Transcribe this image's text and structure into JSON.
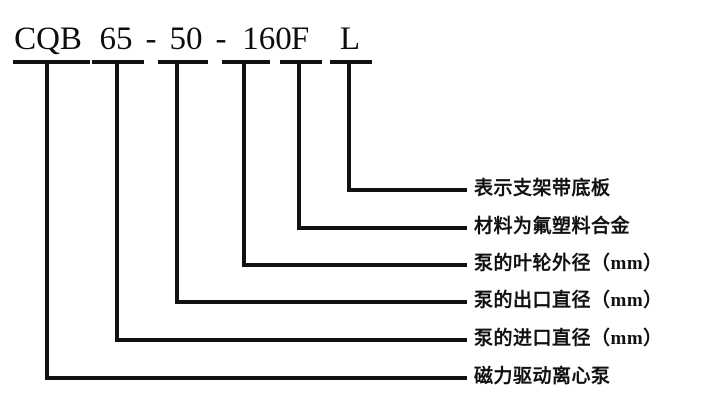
{
  "diagram": {
    "title_code": "CQB 65 - 50 - 160 F L",
    "model_segments": [
      {
        "text": "CQB",
        "meaning": "磁力驱动离心泵"
      },
      {
        "text": "65",
        "meaning": "泵的进口直径（mm）"
      },
      {
        "text": "50",
        "meaning": "泵的出口直径（mm）"
      },
      {
        "text": "160",
        "meaning": "泵的叶轮外径（mm）"
      },
      {
        "text": "F",
        "meaning": "材料为氟塑料合金"
      },
      {
        "text": "L",
        "meaning": "表示支架带底板"
      }
    ],
    "separators": [
      "-",
      "-"
    ],
    "labels": [
      {
        "text": "表示支架带底板"
      },
      {
        "text": "材料为氟塑料合金"
      },
      {
        "text": "泵的叶轮外径（mm）"
      },
      {
        "text": "泵的出口直径（mm）"
      },
      {
        "text": "泵的进口直径（mm）"
      },
      {
        "text": "磁力驱动离心泵"
      }
    ],
    "colors": {
      "line": "#111111",
      "text": "#0d0d0d",
      "background": "#ffffff"
    }
  }
}
